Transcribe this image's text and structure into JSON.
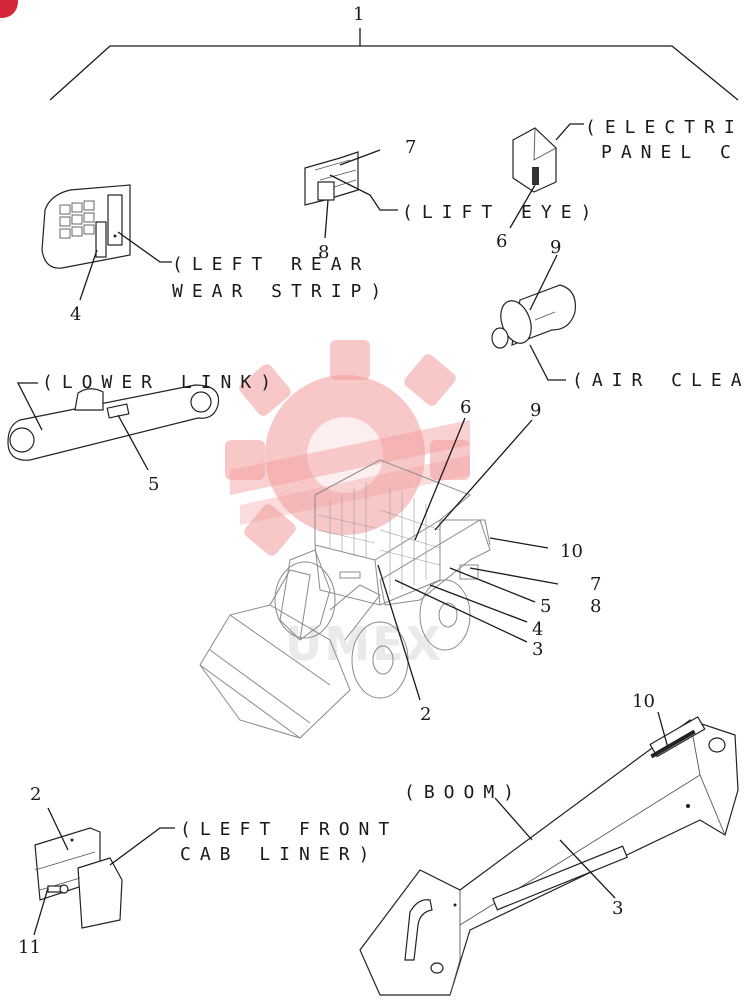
{
  "title_number": "1",
  "callouts": {
    "c2_main": "2",
    "c2_cab": "2",
    "c3_main": "3",
    "c3_boom": "3",
    "c4_main": "4",
    "c4_strip": "4",
    "c5_main": "5",
    "c5_link": "5",
    "c6_main": "6",
    "c6_panel": "6",
    "c7_main": "7",
    "c7_lift": "7",
    "c8_main": "8",
    "c8_lift": "8",
    "c9_main": "9",
    "c9_air": "9",
    "c10_main": "10",
    "c10_boom": "10",
    "c11_cab": "11"
  },
  "labels": {
    "electric_line1": "(ELECTRI",
    "electric_line2": "PANEL C",
    "lift_eye": "(LIFT EYE)",
    "left_rear_line1": "(LEFT REAR",
    "left_rear_line2": "WEAR STRIP)",
    "air_cleaner": "(AIR CLEA",
    "lower_link": "(LOWER LINK)",
    "boom": "(BOOM)",
    "left_front_line1": "(LEFT FRONT",
    "left_front_line2": "CAB LINER)"
  },
  "watermark": {
    "text": "UMEX",
    "color": "#f29a9a"
  }
}
